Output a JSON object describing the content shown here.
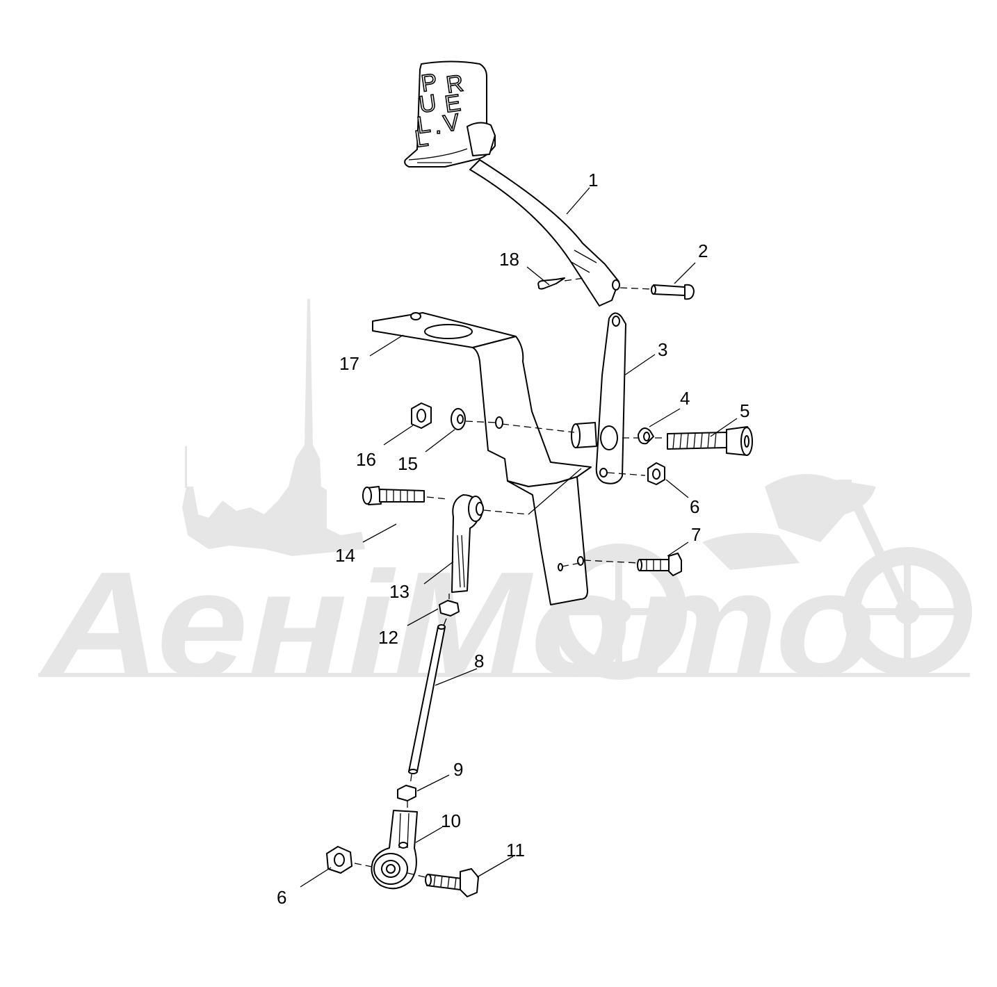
{
  "watermark": {
    "text": "АеніМото",
    "color": "#e3e3e3"
  },
  "handle_text": {
    "left": [
      "P",
      "U",
      "L",
      "L"
    ],
    "right": [
      "R",
      "E",
      "V"
    ],
    "dot": "."
  },
  "callouts": [
    {
      "id": "c1",
      "label": "1"
    },
    {
      "id": "c2",
      "label": "2"
    },
    {
      "id": "c3",
      "label": "3"
    },
    {
      "id": "c4",
      "label": "4"
    },
    {
      "id": "c5",
      "label": "5"
    },
    {
      "id": "c6a",
      "label": "6"
    },
    {
      "id": "c6b",
      "label": "6"
    },
    {
      "id": "c7",
      "label": "7"
    },
    {
      "id": "c8",
      "label": "8"
    },
    {
      "id": "c9",
      "label": "9"
    },
    {
      "id": "c10",
      "label": "10"
    },
    {
      "id": "c11",
      "label": "11"
    },
    {
      "id": "c12",
      "label": "12"
    },
    {
      "id": "c13",
      "label": "13"
    },
    {
      "id": "c14",
      "label": "14"
    },
    {
      "id": "c15",
      "label": "15"
    },
    {
      "id": "c16",
      "label": "16"
    },
    {
      "id": "c17",
      "label": "17"
    },
    {
      "id": "c18",
      "label": "18"
    }
  ]
}
